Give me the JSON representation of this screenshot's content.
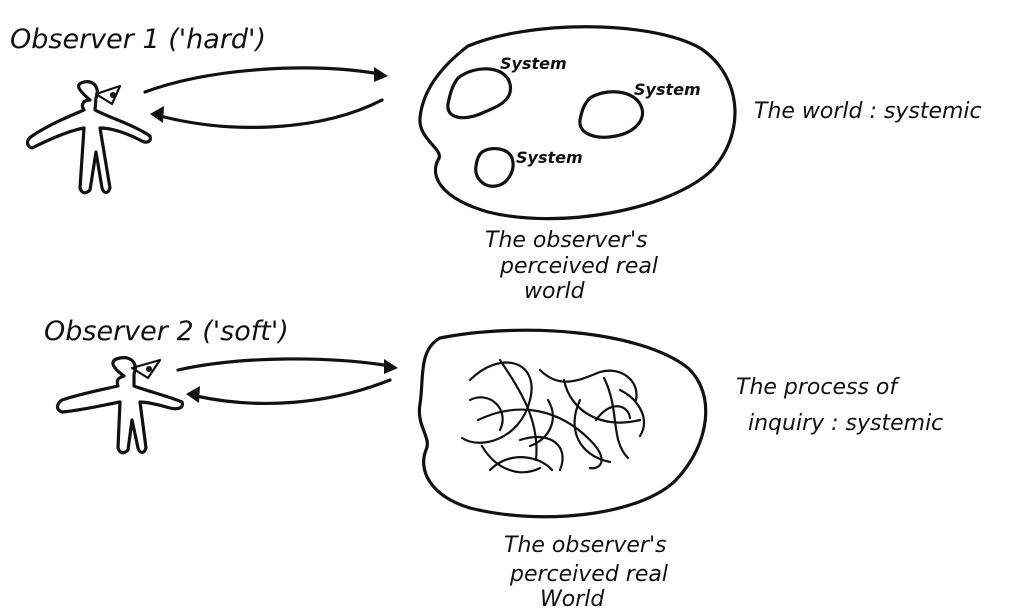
{
  "observer1": {
    "title": "Observer 1 ('hard')",
    "system_labels": [
      "System",
      "System",
      "System"
    ],
    "right_label": "The world : systemic",
    "caption_lines": [
      "The observer's",
      "perceived real",
      "world"
    ]
  },
  "observer2": {
    "title": "Observer 2 ('soft')",
    "right_label_lines": [
      "The process of",
      "inquiry : systemic"
    ],
    "caption_lines": [
      "The observer's",
      "perceived real",
      "World"
    ]
  }
}
